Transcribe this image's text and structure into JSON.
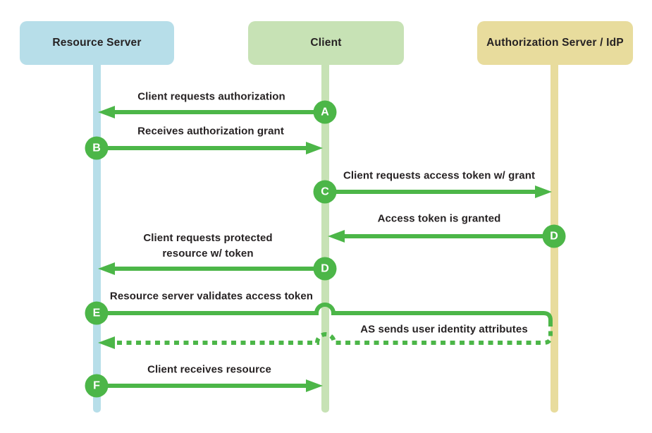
{
  "colors": {
    "box_blue": "#b7dee9",
    "box_green": "#c7e2b5",
    "box_khaki": "#e8dc9d",
    "arrow_green": "#4cb648",
    "text_dark": "#262223",
    "letter_white": "#ffffff"
  },
  "diagram": {
    "type": "sequence-diagram",
    "actors": [
      {
        "id": "resource-server",
        "label": "Resource Server"
      },
      {
        "id": "client",
        "label": "Client"
      },
      {
        "id": "auth-server",
        "label": "Authorization Server / IdP"
      }
    ],
    "steps": [
      {
        "letter": "A",
        "label": "Client requests authorization",
        "from": "client",
        "to": "resource-server",
        "style": "solid"
      },
      {
        "letter": "B",
        "label": "Receives authorization grant",
        "from": "resource-server",
        "to": "client",
        "style": "solid"
      },
      {
        "letter": "C",
        "label": "Client requests access token w/ grant",
        "from": "client",
        "to": "auth-server",
        "style": "solid"
      },
      {
        "letter": "D",
        "label": "Access token is granted",
        "from": "auth-server",
        "to": "client",
        "style": "solid"
      },
      {
        "letter": "D",
        "label": "Client requests protected resource w/ token",
        "from": "client",
        "to": "resource-server",
        "style": "solid"
      },
      {
        "letter": "E",
        "label": "Resource server validates access token",
        "from": "resource-server",
        "to": "auth-server",
        "style": "solid-hop"
      },
      {
        "label": "AS sends user identity attributes",
        "from": "auth-server",
        "to": "resource-server",
        "style": "dashed"
      },
      {
        "letter": "F",
        "label": "Client receives resource",
        "from": "resource-server",
        "to": "client",
        "style": "solid"
      }
    ]
  }
}
